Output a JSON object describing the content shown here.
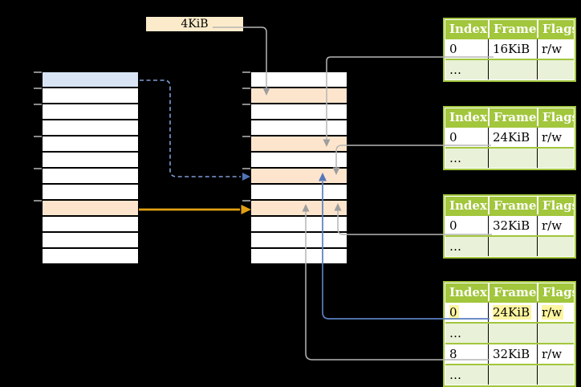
{
  "page_size_label": "4KiB",
  "virtual_memory": {
    "rows": [
      "blue",
      "white",
      "white",
      "white",
      "white",
      "white",
      "white",
      "white",
      "orange",
      "white",
      "white",
      "white"
    ]
  },
  "physical_memory": {
    "rows": [
      "white",
      "orange",
      "white",
      "white",
      "orange",
      "white",
      "orange",
      "white",
      "orange",
      "white",
      "white",
      "white"
    ]
  },
  "page_tables": [
    {
      "id": "page-table-1",
      "headers": [
        "Index",
        "Frame",
        "Flags"
      ],
      "rows": [
        {
          "cells": [
            "0",
            "16KiB",
            "r/w"
          ],
          "highlighted": false
        },
        {
          "cells": [
            "…",
            "",
            ""
          ],
          "highlighted": false
        }
      ]
    },
    {
      "id": "page-table-2",
      "headers": [
        "Index",
        "Frame",
        "Flags"
      ],
      "rows": [
        {
          "cells": [
            "0",
            "24KiB",
            "r/w"
          ],
          "highlighted": false
        },
        {
          "cells": [
            "…",
            "",
            ""
          ],
          "highlighted": false
        }
      ]
    },
    {
      "id": "page-table-3",
      "headers": [
        "Index",
        "Frame",
        "Flags"
      ],
      "rows": [
        {
          "cells": [
            "0",
            "32KiB",
            "r/w"
          ],
          "highlighted": false
        },
        {
          "cells": [
            "…",
            "",
            ""
          ],
          "highlighted": false
        }
      ]
    },
    {
      "id": "page-table-4",
      "headers": [
        "Index",
        "Frame",
        "Flags"
      ],
      "rows": [
        {
          "cells": [
            "0",
            "24KiB",
            "r/w"
          ],
          "highlighted": true
        },
        {
          "cells": [
            "…",
            "",
            ""
          ],
          "highlighted": false
        },
        {
          "cells": [
            "8",
            "32KiB",
            "r/w"
          ],
          "highlighted": false
        },
        {
          "cells": [
            "…",
            "",
            ""
          ],
          "highlighted": false
        }
      ]
    }
  ],
  "connectors": [
    {
      "from": "page-size-label",
      "to": "physical-memory.row1",
      "style": "gray"
    },
    {
      "from": "page-table-1.row0.frame",
      "to": "physical-memory.row4",
      "style": "gray"
    },
    {
      "from": "page-table-2.row0.frame",
      "to": "physical-memory.row6",
      "style": "gray"
    },
    {
      "from": "page-table-3.row0.frame",
      "to": "physical-memory.row8",
      "style": "gray"
    },
    {
      "from": "page-table-4.row0.frame",
      "to": "physical-memory.row6",
      "style": "blue-solid"
    },
    {
      "from": "page-table-4.row2.frame",
      "to": "physical-memory.row8",
      "style": "gray"
    },
    {
      "from": "virtual-memory.row0",
      "to": "physical-memory.row6",
      "style": "blue-dashed"
    },
    {
      "from": "virtual-memory.row8",
      "to": "physical-memory.row8",
      "style": "orange"
    }
  ],
  "colors": {
    "background": "#000000",
    "table_header_green": "#a2c63c",
    "table_row_light_green": "#e9f1d8",
    "memory_row_blue": "#d8e4f4",
    "memory_row_orange": "#fde5cd",
    "label_cream": "#fcebca",
    "highlight_yellow": "#fdf5a0",
    "connector_gray": "#b5b5b5",
    "connector_blue": "#5a7fc0",
    "connector_blue_dashed": "#7d9ed6",
    "connector_orange": "#e0a012"
  }
}
